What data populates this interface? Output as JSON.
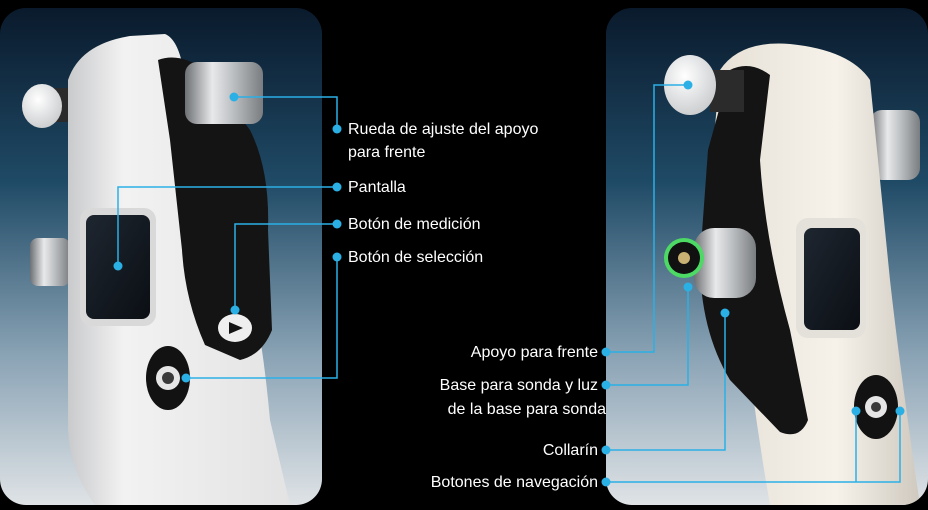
{
  "colors": {
    "background": "#000000",
    "callout": "#2bb0e6",
    "panel_top": "#0f2c47",
    "panel_bottom": "#d7dbe0",
    "device_body": "#e9e9ea",
    "device_dark": "#141414",
    "ring_green": "#4cd964"
  },
  "left_device": {
    "labels": {
      "forehead_wheel": [
        "Rueda de ajuste del apoyo",
        "para frente"
      ],
      "screen": "Pantalla",
      "measure_button": "Botón de medición",
      "select_button": "Botón de selección"
    }
  },
  "right_device": {
    "labels": {
      "forehead_rest": "Apoyo para frente",
      "probe_base": [
        "Base para sonda y luz",
        "de la base para sonda"
      ],
      "collar": "Collarín",
      "nav_buttons": "Botones de navegación"
    }
  }
}
